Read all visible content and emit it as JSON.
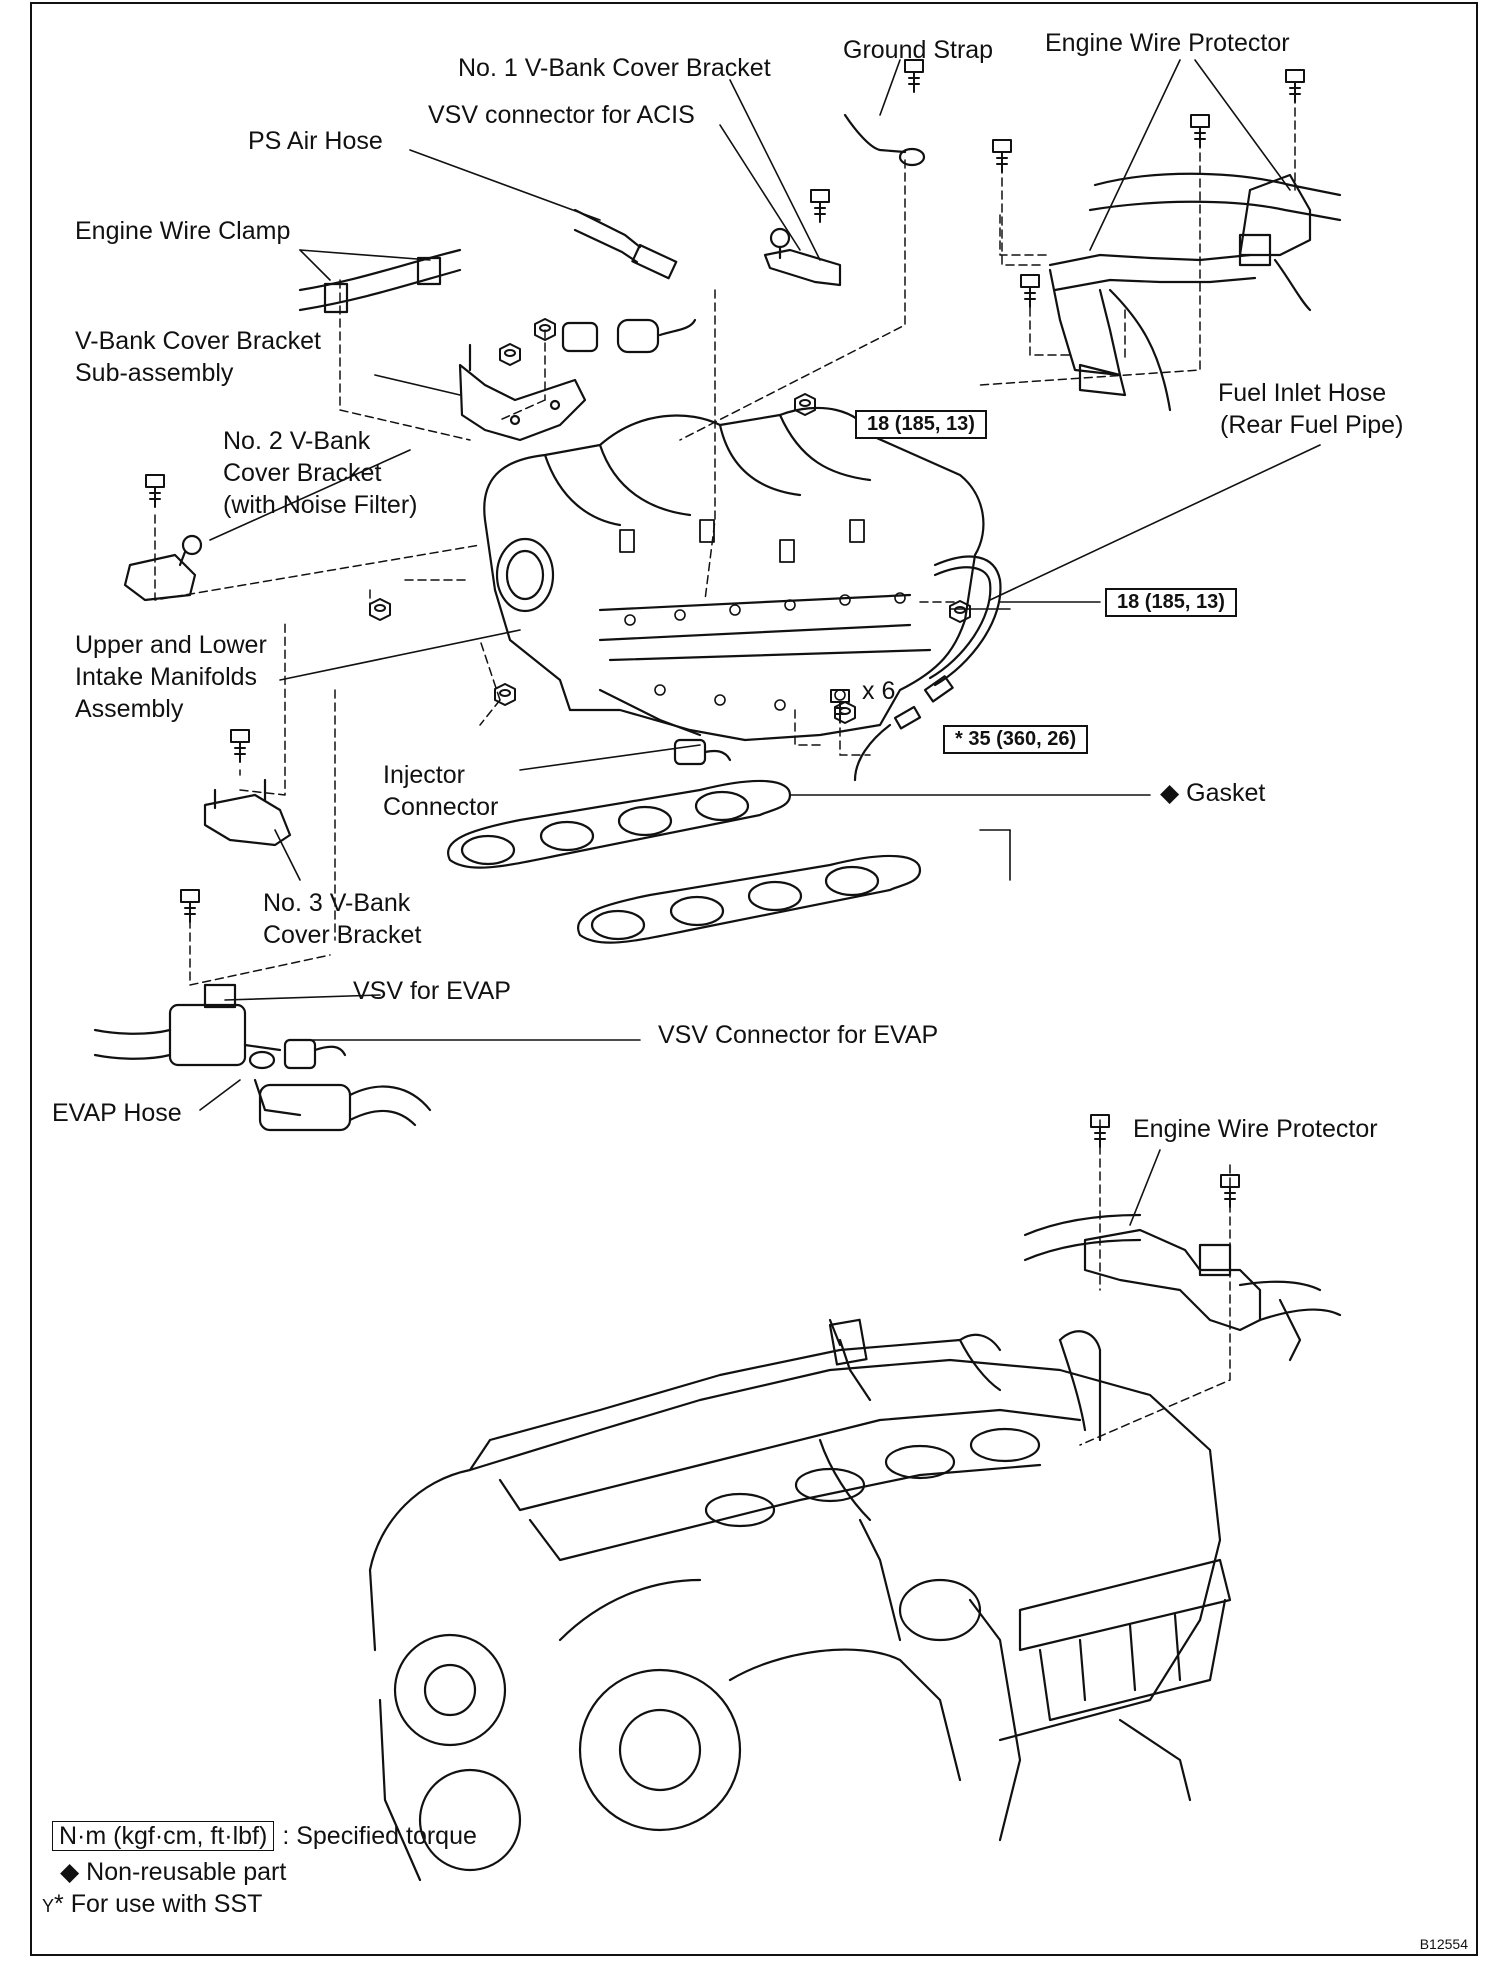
{
  "labels": {
    "ground_strap": "Ground Strap",
    "engine_wire_protector_top": "Engine Wire Protector",
    "no1_vbank_bracket": "No. 1 V-Bank Cover Bracket",
    "vsv_connector_acis": "VSV connector for ACIS",
    "ps_air_hose": "PS Air Hose",
    "engine_wire_clamp": "Engine Wire Clamp",
    "vbank_bracket_sub_1": "V-Bank Cover Bracket",
    "vbank_bracket_sub_2": "Sub-assembly",
    "fuel_inlet_hose_1": "Fuel Inlet Hose",
    "fuel_inlet_hose_2": "(Rear Fuel Pipe)",
    "no2_vbank_1": "No. 2 V-Bank",
    "no2_vbank_2": "Cover Bracket",
    "no2_vbank_3": "(with Noise Filter)",
    "manifold_1": "Upper and Lower",
    "manifold_2": "Intake Manifolds",
    "manifold_3": "Assembly",
    "times_six": "x 6",
    "injector_1": "Injector",
    "injector_2": "Connector",
    "gasket": "◆ Gasket",
    "no3_vbank_1": "No. 3 V-Bank",
    "no3_vbank_2": "Cover Bracket",
    "vsv_evap": "VSV for EVAP",
    "vsv_connector_evap": "VSV Connector for EVAP",
    "evap_hose": "EVAP Hose",
    "engine_wire_protector_bottom": "Engine Wire Protector"
  },
  "torques": {
    "t1": "18 (185, 13)",
    "t2": "18 (185, 13)",
    "t3": "* 35 (360, 26)"
  },
  "legend": {
    "unit_box": "N·m (kgf·cm, ft·lbf)",
    "unit_desc": ": Specified torque",
    "nonreusable": "◆ Non-reusable part",
    "sst_prefix": "Y",
    "sst": "* For use with SST"
  },
  "figure_code": "B12554"
}
